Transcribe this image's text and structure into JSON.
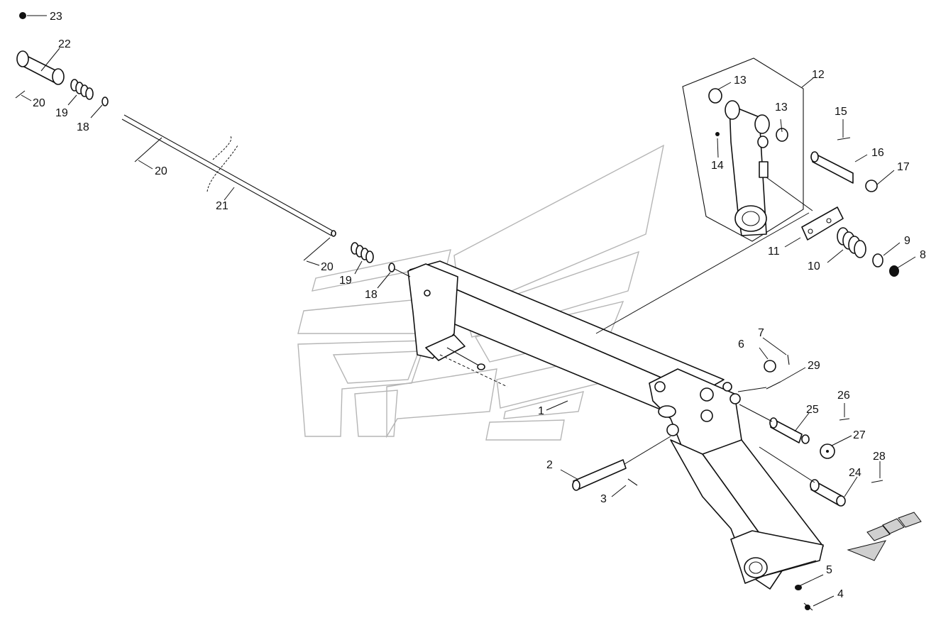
{
  "diagram": {
    "labels": [
      "1",
      "2",
      "3",
      "4",
      "5",
      "6",
      "7",
      "8",
      "9",
      "10",
      "11",
      "12",
      "13",
      "13",
      "14",
      "15",
      "16",
      "17",
      "18",
      "18",
      "19",
      "19",
      "20",
      "20",
      "20",
      "21",
      "22",
      "23",
      "24",
      "25",
      "26",
      "27",
      "28",
      "29"
    ]
  }
}
